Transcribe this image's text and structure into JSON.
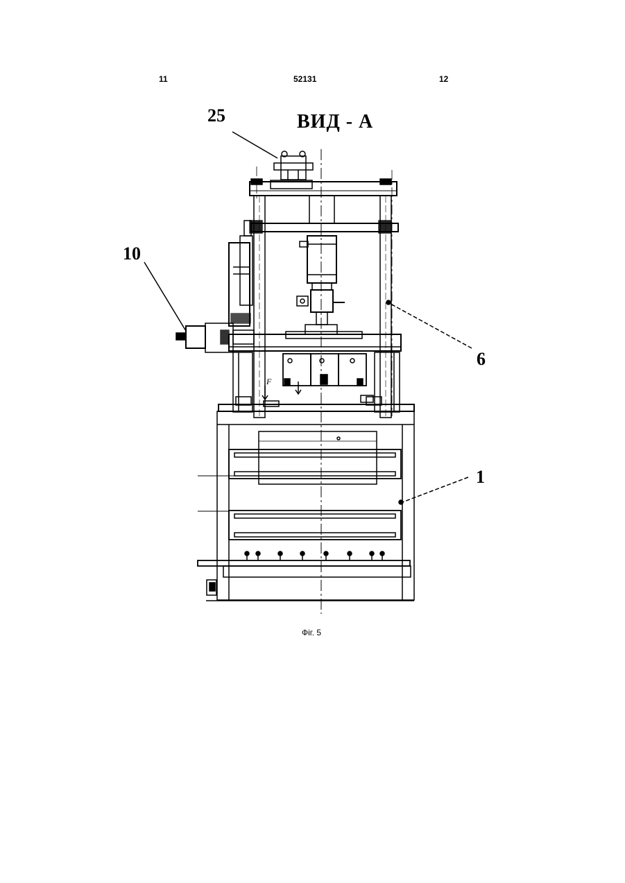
{
  "header": {
    "page_left": "11",
    "patent_number": "52131",
    "page_right": "12"
  },
  "figure": {
    "view_title": "ВИД - А",
    "callouts": {
      "c25": "25",
      "c10": "10",
      "c6": "6",
      "c1": "1"
    },
    "caption": "Фіг. 5",
    "force_label": "F"
  }
}
